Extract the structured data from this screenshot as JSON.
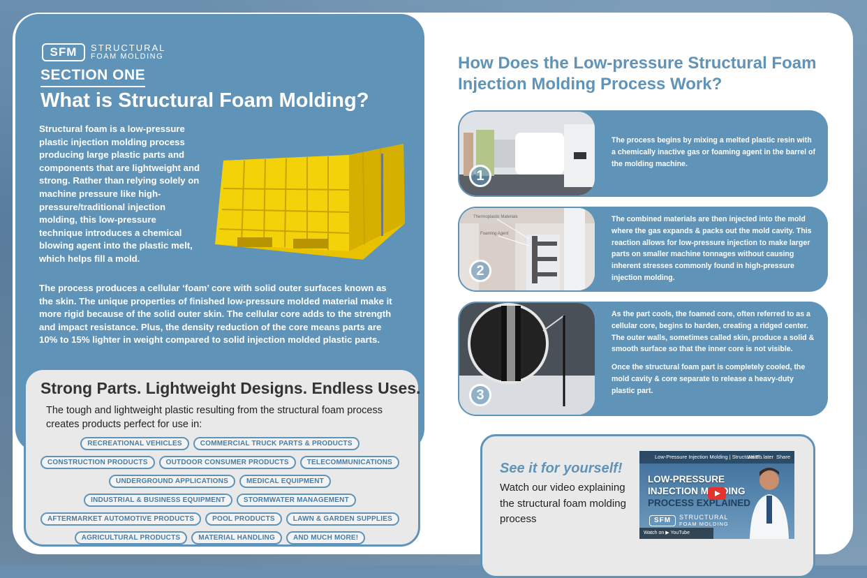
{
  "logo": {
    "mark": "SFM",
    "line1": "STRUCTURAL",
    "line2": "FOAM MOLDING"
  },
  "section": {
    "label": "SECTION ONE",
    "title": "What is Structural Foam Molding?"
  },
  "intro": "Structural foam is a low-pressure plastic injection molding process producing large plastic parts and components that are lightweight and strong. Rather than relying solely on machine pressure like high-pressure/traditional injection molding, this low-pressure technique introduces a chemical blowing agent into the plastic melt, which helps fill a mold.",
  "para2": "The process produces a cellular ‘foam’ core with solid outer surfaces known as the skin. The unique properties of finished low-pressure molded material make it more rigid because of the solid outer skin. The cellular core adds to the strength and impact resistance. Plus, the density reduction of the core means parts are 10% to 15% lighter in weight compared to solid injection molded plastic parts.",
  "uses": {
    "title": "Strong Parts. Lightweight Designs. Endless Uses.",
    "desc": "The tough and lightweight plastic resulting from the structural foam process creates products perfect for use in:",
    "tags": [
      "RECREATIONAL VEHICLES",
      "COMMERCIAL TRUCK PARTS & PRODUCTS",
      "CONSTRUCTION PRODUCTS",
      "OUTDOOR CONSUMER PRODUCTS",
      "TELECOMMUNICATIONS",
      "UNDERGROUND APPLICATIONS",
      "MEDICAL EQUIPMENT",
      "INDUSTRIAL & BUSINESS EQUIPMENT",
      "STORMWATER MANAGEMENT",
      "AFTERMARKET AUTOMOTIVE PRODUCTS",
      "POOL PRODUCTS",
      "LAWN & GARDEN SUPPLIES",
      "AGRICULTURAL PRODUCTS",
      "MATERIAL HANDLING",
      "AND MUCH MORE!"
    ]
  },
  "process": {
    "title": "How Does the Low-pressure Structural Foam Injection Molding Process Work?",
    "steps": [
      {
        "num": "1",
        "text": "The process begins by mixing a melted plastic resin with a chemically inactive gas or foaming agent in the barrel of the molding machine."
      },
      {
        "num": "2",
        "text": "The combined materials are then injected into the mold where the gas expands & packs out the mold cavity. This reaction allows for low-pressure injection to make larger parts on smaller machine tonnages without causing inherent stresses commonly found in high-pressure injection molding.",
        "img_label1": "Thermoplastic Materials",
        "img_label2": "Foaming Agent"
      },
      {
        "num": "3",
        "text": "As the part cools, the foamed core, often referred to as a cellular core, begins to harden, creating a ridged center. The outer walls, sometimes called skin, produce a solid & smooth surface so that the inner core is not visible.",
        "text2": "Once the structural foam part is completely cooled, the mold cavity & core separate to release a heavy-duty plastic part."
      }
    ]
  },
  "video": {
    "heading": "See it for yourself!",
    "desc": "Watch our video explaining the structural foam molding process",
    "thumb_title": "Low-Pressure Injection Molding | Structural F...",
    "thumb_line1": "LOW-PRESSURE",
    "thumb_line2": "INJECTION MOLDING",
    "thumb_line3": "PROCESS EXPLAINED",
    "thumb_logo_mark": "SFM",
    "thumb_logo_l1": "STRUCTURAL",
    "thumb_logo_l2": "FOAM MOLDING",
    "watch_on": "Watch on ▶ YouTube",
    "watch_later": "Watch later",
    "share": "Share"
  }
}
